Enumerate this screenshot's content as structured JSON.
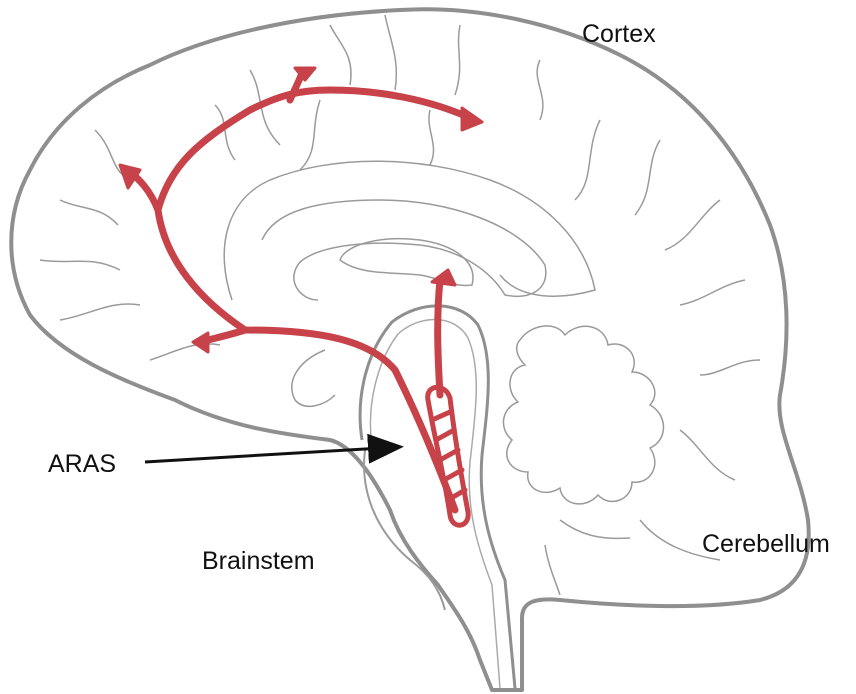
{
  "labels": {
    "cortex": "Cortex",
    "aras": "ARAS",
    "brainstem": "Brainstem",
    "cerebellum": "Cerebellum"
  },
  "colors": {
    "outline": "#8f8f8f",
    "sulci": "#9a9a9a",
    "pathway": "#c8424a",
    "pointer": "#111111"
  }
}
